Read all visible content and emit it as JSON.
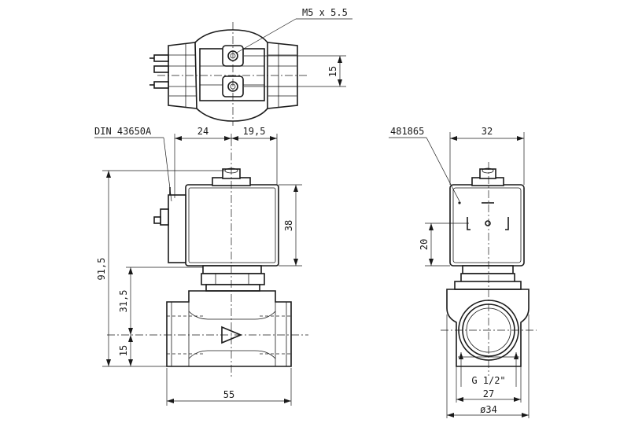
{
  "labels": {
    "thread_callout": "M5 x 5.5",
    "connector_standard": "DIN 43650A",
    "connector_part_no": "481865",
    "pipe_thread": "G 1/2\""
  },
  "dimensions": {
    "top_hole_spacing": "15",
    "coil_left_width": "24",
    "coil_right_width": "19,5",
    "coil_height": "38",
    "overall_height": "91,5",
    "body_height": "31,5",
    "port_center_height": "15",
    "body_length": "55",
    "connector_width": "32",
    "connector_offset": "20",
    "flat_width": "27",
    "body_diameter": "ø34"
  },
  "colors": {
    "line": "#1a1a1a",
    "background": "#ffffff"
  }
}
